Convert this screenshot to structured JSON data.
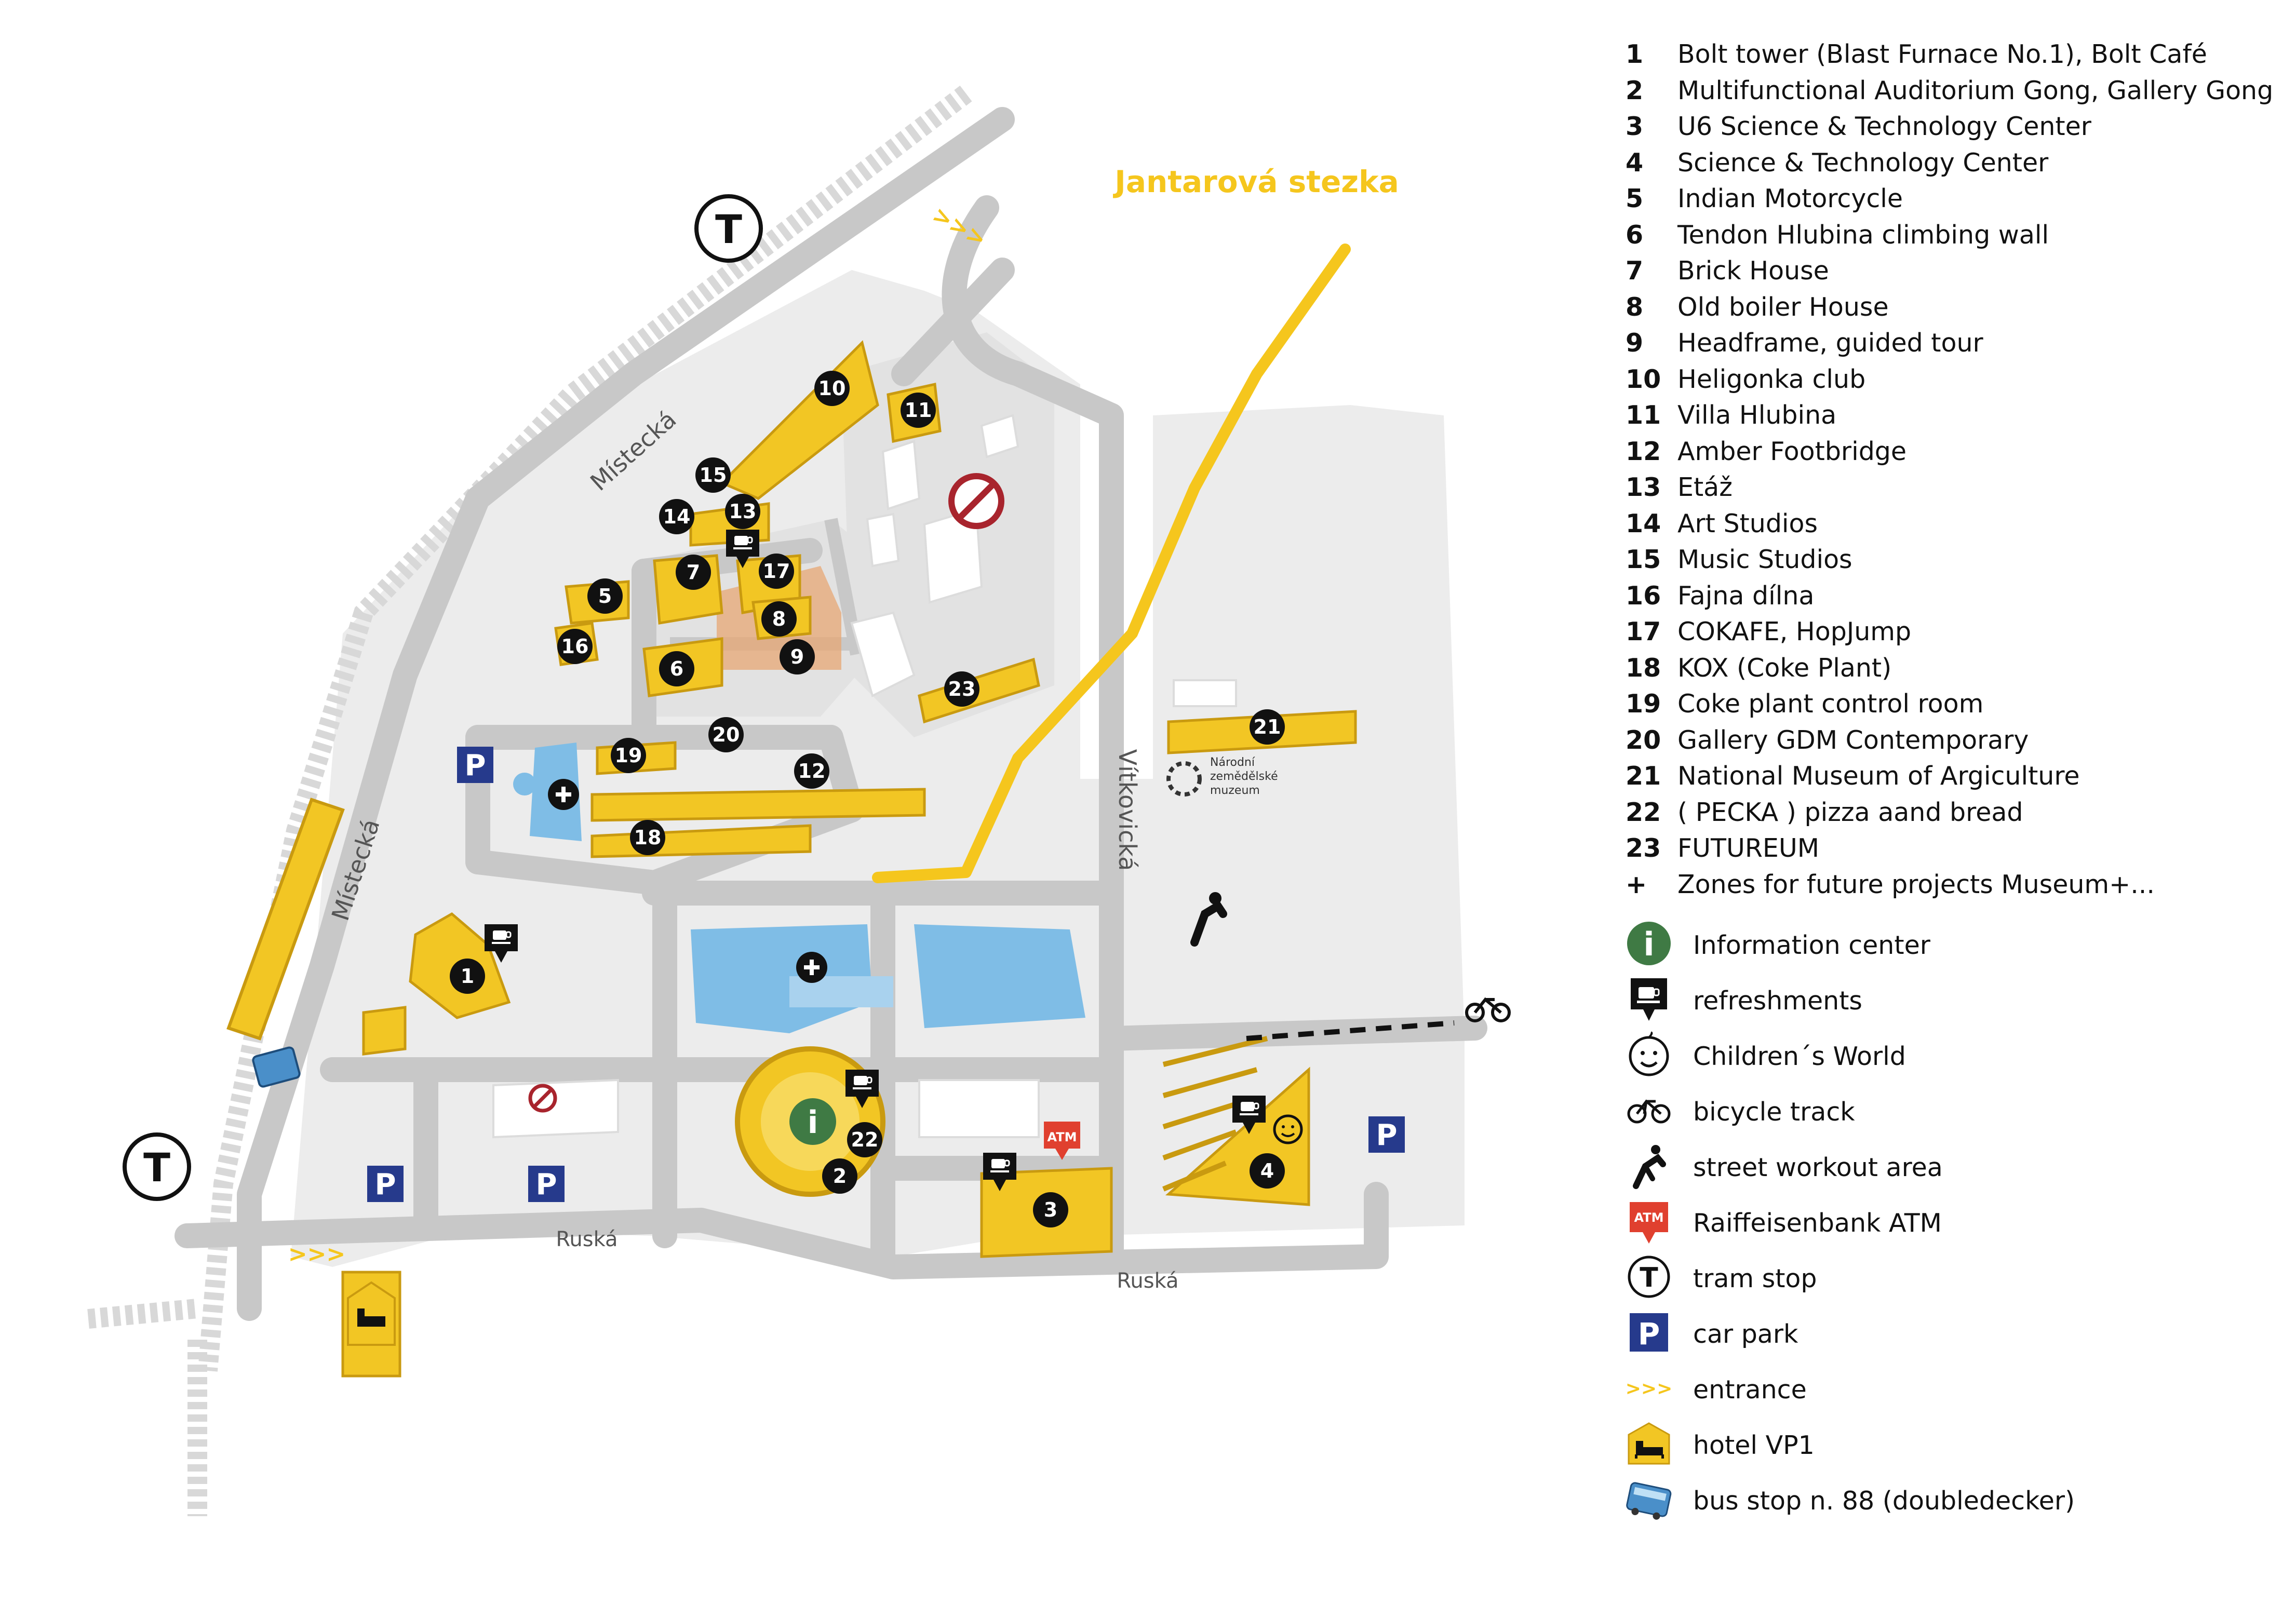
{
  "map": {
    "trail_label": "Jantarová stezka",
    "streets": {
      "mistecka_top": "Místecká",
      "mistecka_bottom": "Místecká",
      "vitkovicka": "Vítkovická",
      "ruska_left": "Ruská",
      "ruska_right": "Ruská"
    },
    "museum_label": [
      "Národní",
      "zemědělské",
      "muzeum"
    ],
    "tram_symbol": "T",
    "parking_symbol": "P",
    "atm_text": "ATM",
    "entrance_glyph": ">>>",
    "markers": [
      "1",
      "2",
      "3",
      "4",
      "5",
      "6",
      "7",
      "8",
      "9",
      "10",
      "11",
      "12",
      "13",
      "14",
      "15",
      "16",
      "17",
      "18",
      "19",
      "20",
      "21",
      "22",
      "23"
    ],
    "colors": {
      "building": "#f2c624",
      "building_side": "#c99a10",
      "road": "#c8c8c8",
      "ground": "#ececec",
      "blue_zone": "#7fbde6",
      "info_green": "#3f7a44",
      "atm_red": "#e0402f",
      "parking_blue": "#263a8c",
      "trail": "#f5c61d",
      "no_entry": "#a8242d"
    }
  },
  "legend": {
    "numbered": [
      {
        "n": "1",
        "label": "Bolt tower (Blast Furnace No.1), Bolt Café"
      },
      {
        "n": "2",
        "label": "Multifunctional Auditorium Gong, Gallery Gong"
      },
      {
        "n": "3",
        "label": "U6 Science & Technology Center"
      },
      {
        "n": "4",
        "label": "Science & Technology Center"
      },
      {
        "n": "5",
        "label": "Indian Motorcycle"
      },
      {
        "n": "6",
        "label": "Tendon Hlubina climbing wall"
      },
      {
        "n": "7",
        "label": "Brick House"
      },
      {
        "n": "8",
        "label": "Old boiler House"
      },
      {
        "n": "9",
        "label": "Headframe, guided tour"
      },
      {
        "n": "10",
        "label": "Heligonka club"
      },
      {
        "n": "11",
        "label": "Villa Hlubina"
      },
      {
        "n": "12",
        "label": "Amber Footbridge"
      },
      {
        "n": "13",
        "label": "Etáž"
      },
      {
        "n": "14",
        "label": "Art Studios"
      },
      {
        "n": "15",
        "label": "Music Studios"
      },
      {
        "n": "16",
        "label": "Fajna dílna"
      },
      {
        "n": "17",
        "label": "COKAFE, HopJump"
      },
      {
        "n": "18",
        "label": "KOX (Coke Plant)"
      },
      {
        "n": "19",
        "label": "Coke plant control room"
      },
      {
        "n": "20",
        "label": "Gallery GDM Contemporary"
      },
      {
        "n": "21",
        "label": "National Museum of Argiculture"
      },
      {
        "n": "22",
        "label": "( PECKA ) pizza aand bread"
      },
      {
        "n": "23",
        "label": "FUTUREUM"
      },
      {
        "n": "+",
        "label": "Zones for future projects Museum+..."
      }
    ],
    "symbols": [
      {
        "icon": "information-icon",
        "label": "Information center"
      },
      {
        "icon": "refreshments-icon",
        "label": "refreshments"
      },
      {
        "icon": "childrens-world-icon",
        "label": "Children´s World"
      },
      {
        "icon": "bicycle-icon",
        "label": "bicycle track"
      },
      {
        "icon": "workout-icon",
        "label": "street workout area"
      },
      {
        "icon": "atm-icon",
        "label": "Raiffeisenbank ATM"
      },
      {
        "icon": "tram-stop-icon",
        "label": "tram stop"
      },
      {
        "icon": "car-park-icon",
        "label": "car park"
      },
      {
        "icon": "entrance-icon",
        "label": "entrance"
      },
      {
        "icon": "hotel-icon",
        "label": "hotel VP1"
      },
      {
        "icon": "bus-stop-icon",
        "label": "bus stop n. 88 (doubledecker)"
      }
    ]
  }
}
